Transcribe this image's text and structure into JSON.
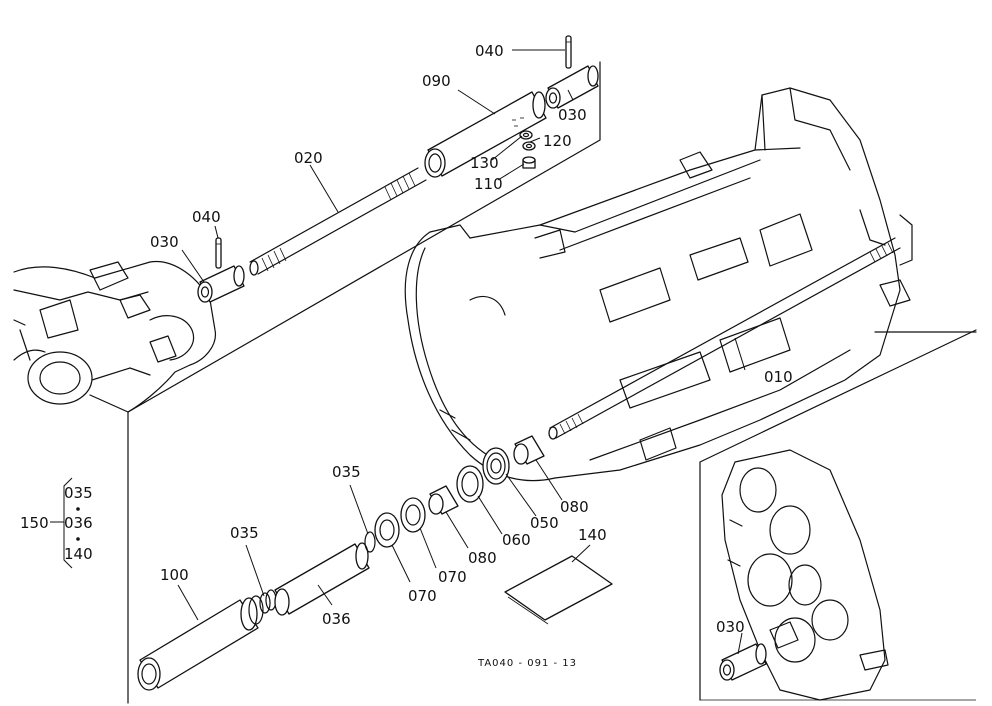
{
  "labels": {
    "l010": "010",
    "l020": "020",
    "l030a": "030",
    "l030b": "030",
    "l030c": "030",
    "l035a": "035",
    "l035b": "035",
    "l036": "036",
    "l040a": "040",
    "l040b": "040",
    "l050": "050",
    "l060": "060",
    "l070a": "070",
    "l070b": "070",
    "l080a": "080",
    "l080b": "080",
    "l090": "090",
    "l100": "100",
    "l110": "110",
    "l120": "120",
    "l130": "130",
    "l140": "140"
  },
  "kit": {
    "number": "150",
    "items": [
      "035",
      "036",
      "140"
    ]
  },
  "drawing_code": "TA040 - 091 - 13"
}
